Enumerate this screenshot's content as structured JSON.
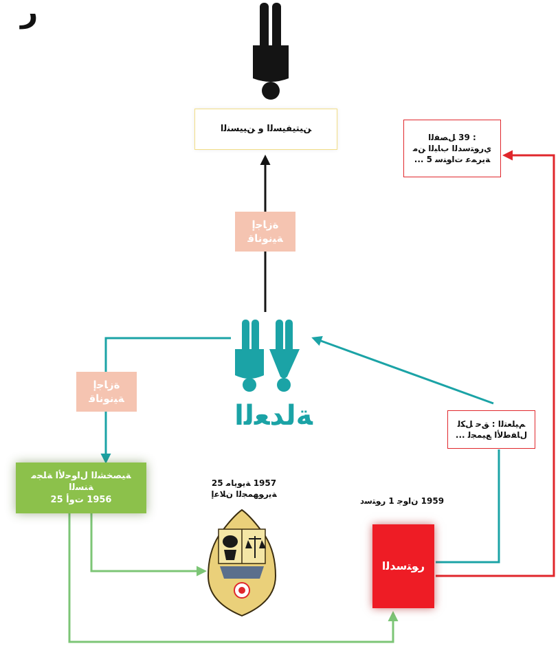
{
  "colors": {
    "black": "#141414",
    "teal": "#1ba3a6",
    "red": "#e0262b",
    "green": "#7cc576",
    "salmon": "#f5c4b1",
    "yellow_border": "#f2dd86",
    "emblem_gold": "#ead07a"
  },
  "corner_mark": "ﺭ",
  "top_box_label": "ﻦﻴﺘﻴﻔﻴﺴﻟﺍ ﻭ ﻦﻴﻴﺴﻨﻟﺍ",
  "edge_labels": {
    "upper": "ﺓﺯﺎﺟﺇ\nﺔﻴﻧﻮﻧﺎﻗ",
    "left": "ﺓﺯﺎﺟﺇ\nﺔﻴﻧﻮﻧﺎﻗ"
  },
  "central_label": "ﺔﻟﺪﻌﻟﺍ",
  "right_top_box": ": 39 ﻞﺼﻔﻟﺍ\nﻱﺭﻮﺘﺳﺪﻟﺍ ﺏﺎﺒﻟﺍ ﻦﻣ\nﺔﻳﺮﻤﻋ ﺕﺍﻮﻨﺳ 5 ...",
  "right_mid_box": "ﻢﻴﻠﻌﺘﻟﺍ : ﻖﺣ ﻞﻜﻟ\nﻝﺎﻔﻃﻷﺍ ﻊﻴﻤﺠﻟ ...",
  "green_box": "ﺔﻴﺼﺨﺸﻟﺍ ﻝﺍﻮﺣﻷﺍ ﺔﻠﺠﻣ\nﺔﻨﺴﻟﺍ\n1956 ﺕﻭﺃ 25",
  "emblem_caption": "1957 ﺔﻳﻮﻳﺎﻣ 25\nﺔﻳﺭﻮﻬﻤﺠﻟﺍ ﻥﻼﻋﺇ",
  "red_box_caption": "1959 ﻥﺍﻮﺟ 1 ﺭﻮﺘﺳﺩ",
  "red_box": "ﺭﻮﺘﺳﺪﻟﺍ"
}
